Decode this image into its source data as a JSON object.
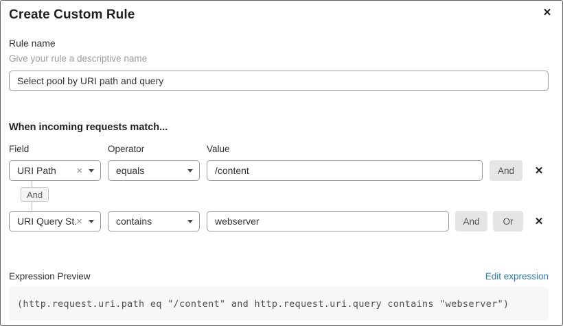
{
  "dialog": {
    "title": "Create Custom Rule"
  },
  "icons": {
    "close": "✕",
    "clear": "×",
    "remove": "✕",
    "caret": "▼"
  },
  "rule_name": {
    "label": "Rule name",
    "helper": "Give your rule a descriptive name",
    "value": "Select pool by URI path and query"
  },
  "matcher": {
    "heading": "When incoming requests match...",
    "columns": {
      "field": "Field",
      "operator": "Operator",
      "value": "Value"
    },
    "rows": [
      {
        "field": "URI Path",
        "operator": "equals",
        "value": "/content",
        "and_label": "And"
      },
      {
        "field": "URI Query St...",
        "operator": "contains",
        "value": "webserver",
        "and_label": "And",
        "or_label": "Or"
      }
    ],
    "connector_label": "And"
  },
  "expression": {
    "label": "Expression Preview",
    "edit_link": "Edit expression",
    "code": "(http.request.uri.path eq \"/content\" and http.request.uri.query contains \"webserver\")"
  },
  "colors": {
    "link_blue": "#2c7cb0",
    "button_gray": "#e5e5e5",
    "code_bg": "#f7f7f7",
    "input_border": "#9a9a9a"
  }
}
